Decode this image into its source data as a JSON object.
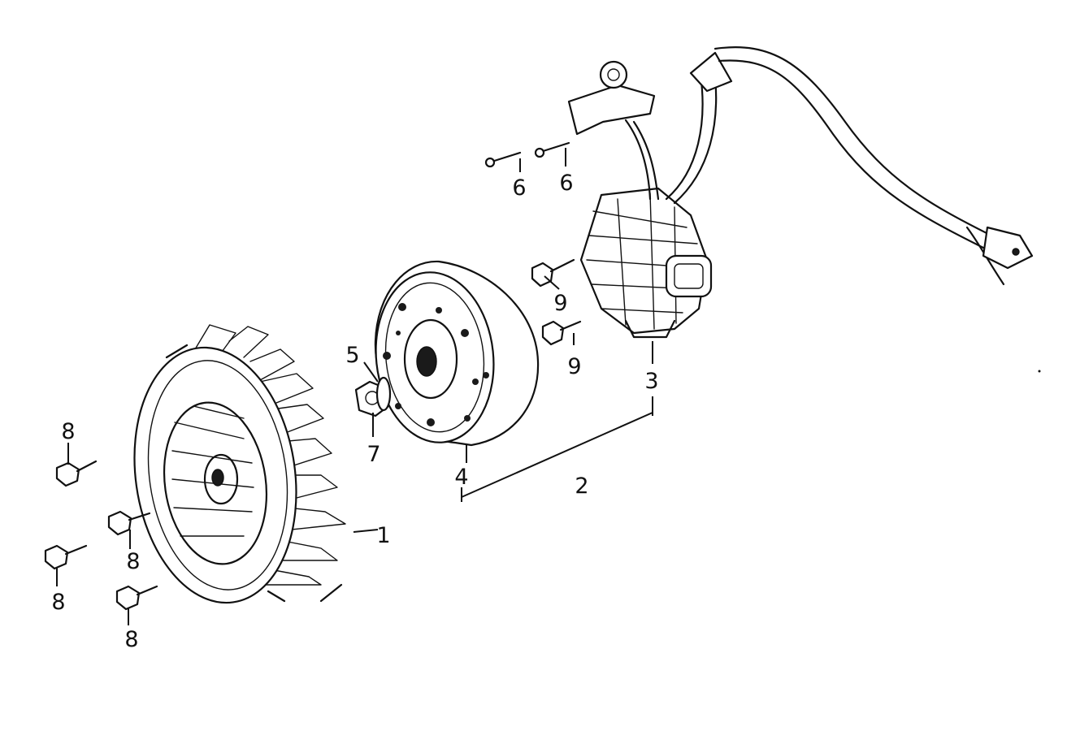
{
  "diagram": {
    "callouts": {
      "c1": "1",
      "c2": "2",
      "c3": "3",
      "c4": "4",
      "c5": "5",
      "c6a": "6",
      "c6b": "6",
      "c7": "7",
      "c8a": "8",
      "c8b": "8",
      "c8c": "8",
      "c8d": "8",
      "c9a": "9",
      "c9b": "9"
    }
  }
}
